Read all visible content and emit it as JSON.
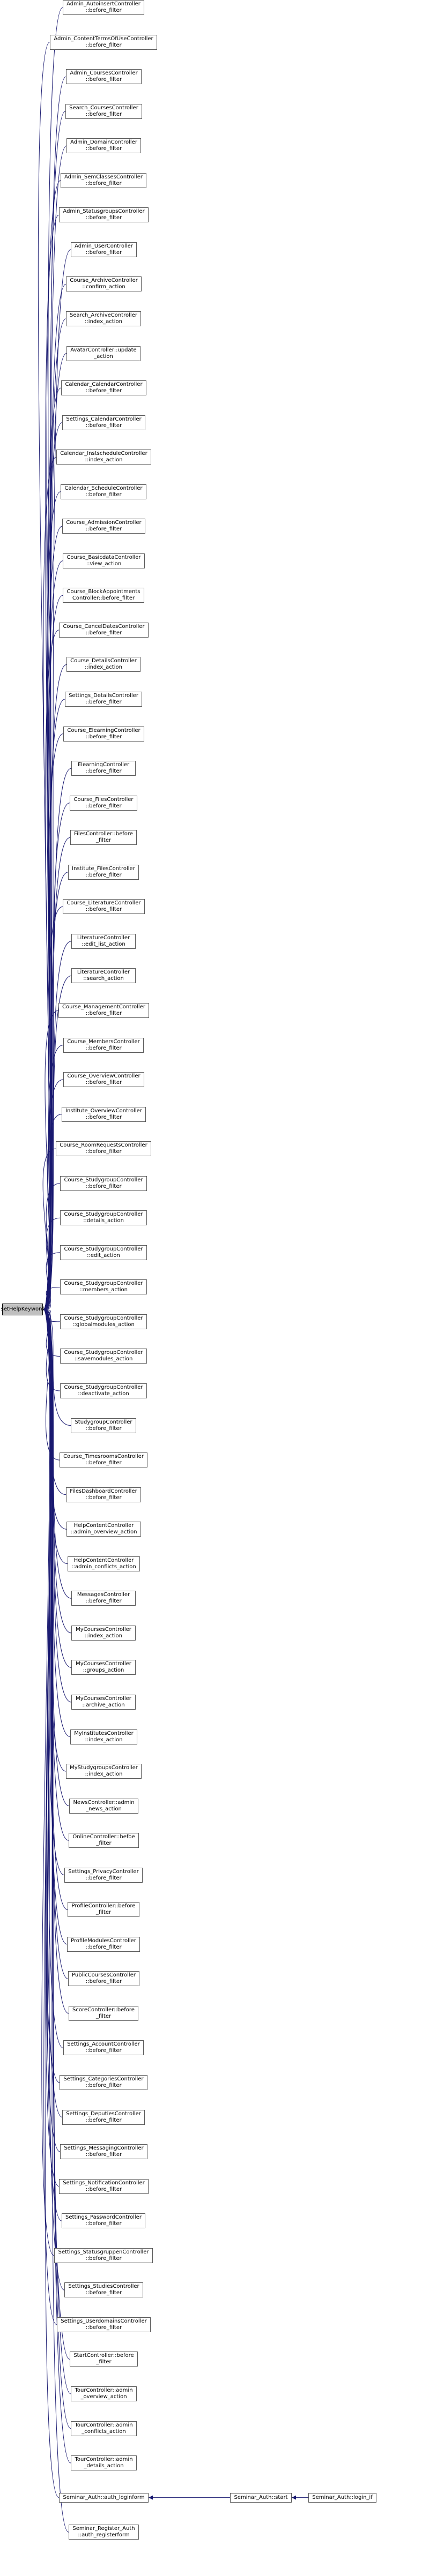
{
  "root": {
    "label": "setHelpKeyword"
  },
  "callers": [
    {
      "lines": [
        "Admin_AutoinsertController",
        "::before_filter"
      ]
    },
    {
      "lines": [
        "Admin_ContentTermsOfUseController",
        "::before_filter"
      ]
    },
    {
      "lines": [
        "Admin_CoursesController",
        "::before_filter"
      ]
    },
    {
      "lines": [
        "Search_CoursesController",
        "::before_filter"
      ]
    },
    {
      "lines": [
        "Admin_DomainController",
        "::before_filter"
      ]
    },
    {
      "lines": [
        "Admin_SemClassesController",
        "::before_filter"
      ]
    },
    {
      "lines": [
        "Admin_StatusgroupsController",
        "::before_filter"
      ]
    },
    {
      "lines": [
        "Admin_UserController",
        "::before_filter"
      ]
    },
    {
      "lines": [
        "Course_ArchiveController",
        "::confirm_action"
      ]
    },
    {
      "lines": [
        "Search_ArchiveController",
        "::index_action"
      ]
    },
    {
      "lines": [
        "AvatarController::update",
        "_action"
      ]
    },
    {
      "lines": [
        "Calendar_CalendarController",
        "::before_filter"
      ]
    },
    {
      "lines": [
        "Settings_CalendarController",
        "::before_filter"
      ]
    },
    {
      "lines": [
        "Calendar_InstscheduleController",
        "::index_action"
      ]
    },
    {
      "lines": [
        "Calendar_ScheduleController",
        "::before_filter"
      ]
    },
    {
      "lines": [
        "Course_AdmissionController",
        "::before_filter"
      ]
    },
    {
      "lines": [
        "Course_BasicdataController",
        "::view_action"
      ]
    },
    {
      "lines": [
        "Course_BlockAppointments",
        "Controller::before_filter"
      ]
    },
    {
      "lines": [
        "Course_CancelDatesController",
        "::before_filter"
      ]
    },
    {
      "lines": [
        "Course_DetailsController",
        "::index_action"
      ]
    },
    {
      "lines": [
        "Settings_DetailsController",
        "::before_filter"
      ]
    },
    {
      "lines": [
        "Course_ElearningController",
        "::before_filter"
      ]
    },
    {
      "lines": [
        "ElearningController",
        "::before_filter"
      ]
    },
    {
      "lines": [
        "Course_FilesController",
        "::before_filter"
      ]
    },
    {
      "lines": [
        "FilesController::before",
        "_filter"
      ]
    },
    {
      "lines": [
        "Institute_FilesController",
        "::before_filter"
      ]
    },
    {
      "lines": [
        "Course_LiteratureController",
        "::before_filter"
      ]
    },
    {
      "lines": [
        "LiteratureController",
        "::edit_list_action"
      ]
    },
    {
      "lines": [
        "LiteratureController",
        "::search_action"
      ]
    },
    {
      "lines": [
        "Course_ManagementController",
        "::before_filter"
      ]
    },
    {
      "lines": [
        "Course_MembersController",
        "::before_filter"
      ]
    },
    {
      "lines": [
        "Course_OverviewController",
        "::before_filter"
      ]
    },
    {
      "lines": [
        "Institute_OverviewController",
        "::before_filter"
      ]
    },
    {
      "lines": [
        "Course_RoomRequestsController",
        "::before_filter"
      ]
    },
    {
      "lines": [
        "Course_StudygroupController",
        "::before_filter"
      ]
    },
    {
      "lines": [
        "Course_StudygroupController",
        "::details_action"
      ]
    },
    {
      "lines": [
        "Course_StudygroupController",
        "::edit_action"
      ]
    },
    {
      "lines": [
        "Course_StudygroupController",
        "::members_action"
      ]
    },
    {
      "lines": [
        "Course_StudygroupController",
        "::globalmodules_action"
      ]
    },
    {
      "lines": [
        "Course_StudygroupController",
        "::savemodules_action"
      ]
    },
    {
      "lines": [
        "Course_StudygroupController",
        "::deactivate_action"
      ]
    },
    {
      "lines": [
        "StudygroupController",
        "::before_filter"
      ]
    },
    {
      "lines": [
        "Course_TimesroomsController",
        "::before_filter"
      ]
    },
    {
      "lines": [
        "FilesDashboardController",
        "::before_filter"
      ]
    },
    {
      "lines": [
        "HelpContentController",
        "::admin_overview_action"
      ]
    },
    {
      "lines": [
        "HelpContentController",
        "::admin_conflicts_action"
      ]
    },
    {
      "lines": [
        "MessagesController",
        "::before_filter"
      ]
    },
    {
      "lines": [
        "MyCoursesController",
        "::index_action"
      ]
    },
    {
      "lines": [
        "MyCoursesController",
        "::groups_action"
      ]
    },
    {
      "lines": [
        "MyCoursesController",
        "::archive_action"
      ]
    },
    {
      "lines": [
        "MyInstitutesController",
        "::index_action"
      ]
    },
    {
      "lines": [
        "MyStudygroupsController",
        "::index_action"
      ]
    },
    {
      "lines": [
        "NewsController::admin",
        "_news_action"
      ]
    },
    {
      "lines": [
        "OnlineController::befoe",
        "_filter"
      ]
    },
    {
      "lines": [
        "Settings_PrivacyController",
        "::before_filter"
      ]
    },
    {
      "lines": [
        "ProfileController::before",
        "_filter"
      ]
    },
    {
      "lines": [
        "ProfileModulesController",
        "::before_filter"
      ]
    },
    {
      "lines": [
        "PublicCoursesController",
        "::before_filter"
      ]
    },
    {
      "lines": [
        "ScoreController::before",
        "_filter"
      ]
    },
    {
      "lines": [
        "Settings_AccountController",
        "::before_filter"
      ]
    },
    {
      "lines": [
        "Settings_CategoriesController",
        "::before_filter"
      ]
    },
    {
      "lines": [
        "Settings_DeputiesController",
        "::before_filter"
      ]
    },
    {
      "lines": [
        "Settings_MessagingController",
        "::before_filter"
      ]
    },
    {
      "lines": [
        "Settings_NotificationController",
        "::before_filter"
      ]
    },
    {
      "lines": [
        "Settings_PasswordController",
        "::before_filter"
      ]
    },
    {
      "lines": [
        "Settings_StatusgruppenController",
        "::before_filter"
      ]
    },
    {
      "lines": [
        "Settings_StudiesController",
        "::before_filter"
      ]
    },
    {
      "lines": [
        "Settings_UserdomainsController",
        "::before_filter"
      ]
    },
    {
      "lines": [
        "StartController::before",
        "_filter"
      ]
    },
    {
      "lines": [
        "TourController::admin",
        "_overview_action"
      ]
    },
    {
      "lines": [
        "TourController::admin",
        "_conflicts_action"
      ]
    },
    {
      "lines": [
        "TourController::admin",
        "_details_action"
      ]
    },
    {
      "lines": [
        "Seminar_Auth::auth_loginform"
      ]
    },
    {
      "lines": [
        "Seminar_Register_Auth",
        "::auth_registerform"
      ]
    }
  ],
  "chain": [
    {
      "lines": [
        "Seminar_Auth::start"
      ]
    },
    {
      "lines": [
        "Seminar_Auth::login_if"
      ]
    }
  ],
  "colors": {
    "edge": "#191970",
    "node_border": "#5a5a5a",
    "root_fill": "#bfbfbf"
  }
}
